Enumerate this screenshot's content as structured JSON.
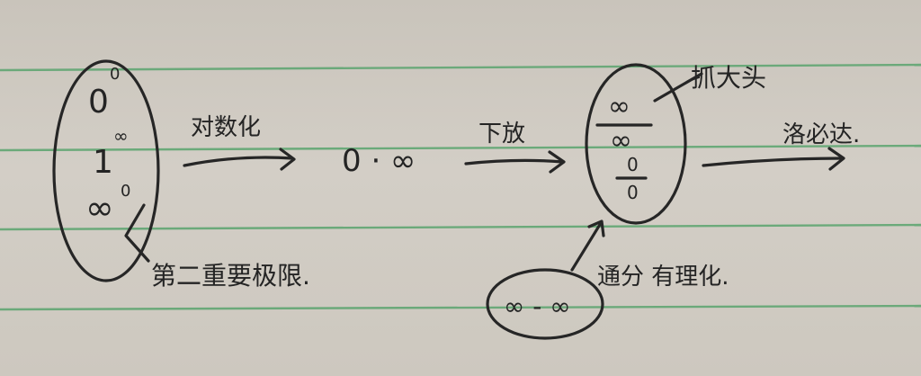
{
  "left_group": {
    "forms": [
      "0",
      "0",
      "1",
      "∞",
      "∞",
      "0"
    ],
    "note": "第二重要极限."
  },
  "step1": {
    "label": "对数化"
  },
  "middle": {
    "form": "0 · ∞"
  },
  "step2": {
    "label": "下放"
  },
  "right_group": {
    "forms": [
      "∞",
      "∞",
      "0",
      "0"
    ],
    "note": "抓大头"
  },
  "step3": {
    "label": "洛必达."
  },
  "bottom": {
    "form": "∞ - ∞",
    "note": "通分 有理化."
  }
}
